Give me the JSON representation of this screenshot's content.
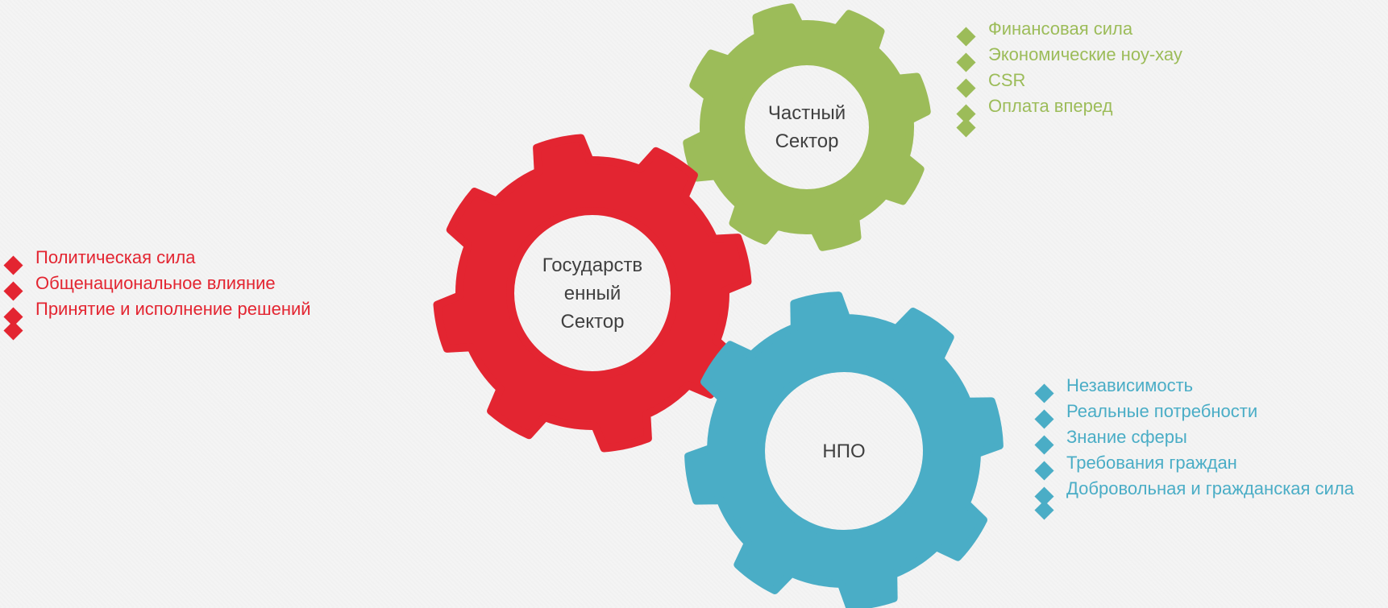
{
  "colors": {
    "state": "#e32531",
    "private": "#9cbc59",
    "ngo": "#4aadc6",
    "label_text": "#404040",
    "hub": "#ffffff"
  },
  "gears": {
    "private": {
      "label_lines": [
        "Частный",
        "Сектор"
      ]
    },
    "state": {
      "label_lines": [
        "Государств",
        "енный",
        "Сектор"
      ]
    },
    "ngo": {
      "label_lines": [
        "НПО"
      ]
    }
  },
  "lists": {
    "state": [
      "Политическая сила",
      "Общенациональное влияние",
      "Принятие и исполнение решений"
    ],
    "private": [
      "Финансовая сила",
      "Экономические ноу-хау",
      "CSR",
      "Оплата вперед"
    ],
    "ngo": [
      "Независимость",
      "Реальные потребности",
      "Знание сферы",
      "Требования граждан",
      "Добровольная и гражданская сила"
    ]
  }
}
